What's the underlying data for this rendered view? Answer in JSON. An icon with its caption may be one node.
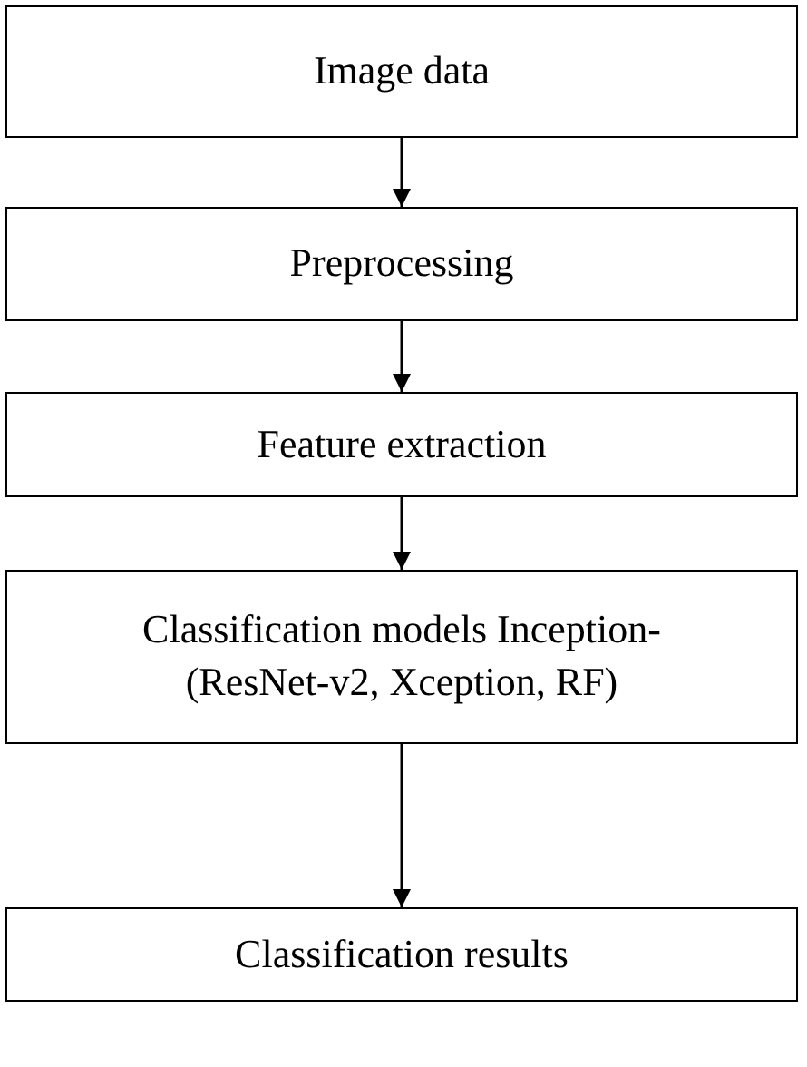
{
  "diagram": {
    "nodes": [
      {
        "text": [
          "Image data"
        ]
      },
      {
        "text": [
          "Preprocessing"
        ]
      },
      {
        "text": [
          "Feature extraction"
        ]
      },
      {
        "text": [
          "Classification models Inception- (ResNet-v2, Xception, RF)"
        ]
      },
      {
        "text": [
          "Classification results"
        ]
      }
    ],
    "edges": [
      {
        "from": 0,
        "to": 1,
        "arrow": "to"
      },
      {
        "from": 1,
        "to": 2,
        "arrow": "to"
      },
      {
        "from": 2,
        "to": 3,
        "arrow": "to"
      },
      {
        "from": 3,
        "to": 4,
        "arrow": "to"
      }
    ]
  }
}
